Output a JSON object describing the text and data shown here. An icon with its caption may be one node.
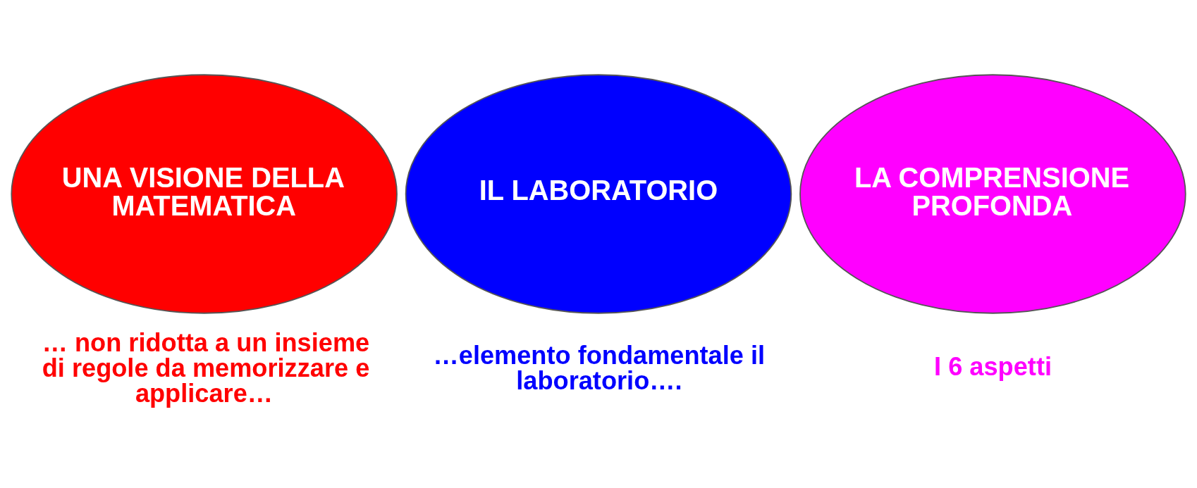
{
  "diagram": {
    "nodes": [
      {
        "text": [
          "UNA VISIONE DELLA MATEMATICA"
        ],
        "beside": [
          "… non ridotta a un insieme di regole da memorizzare e applicare…"
        ]
      },
      {
        "text": [
          "IL LABORATORIO"
        ],
        "beside": [
          "…elemento fondamentale il laboratorio…."
        ]
      },
      {
        "text": [
          "LA COMPRENSIONE PROFONDA"
        ],
        "beside": [
          "I 6 aspetti"
        ]
      }
    ]
  }
}
